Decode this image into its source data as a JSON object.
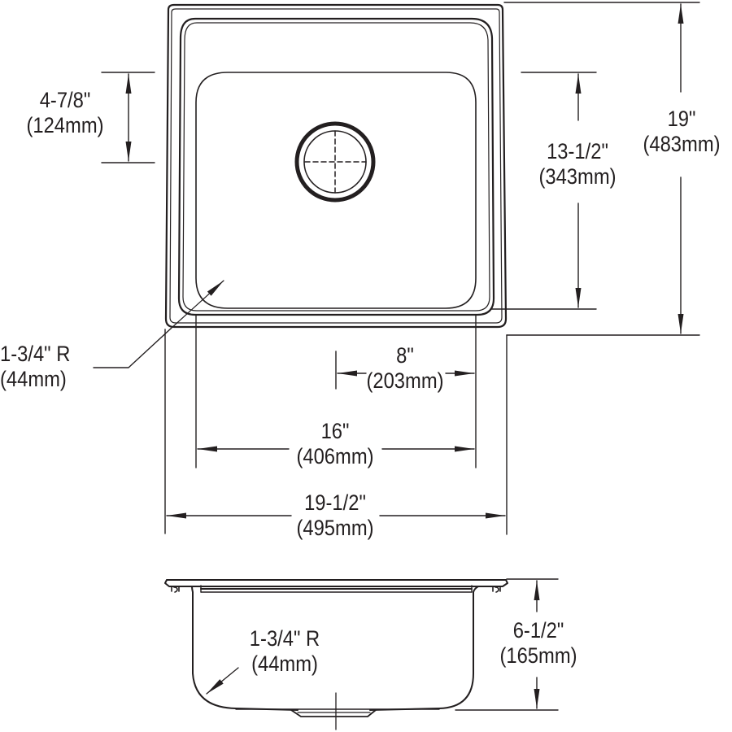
{
  "diagram": {
    "type": "technical-drawing",
    "subject": "Single bowl drop-in sink",
    "views": [
      "top-view",
      "side-section-view"
    ],
    "colors": {
      "line": "#231f20",
      "background": "#ffffff"
    }
  },
  "dimensions": {
    "drain_offset_vertical": {
      "imperial": "4-7/8\"",
      "metric": "(124mm)"
    },
    "bowl_length": {
      "imperial": "13-1/2\"",
      "metric": "(343mm)"
    },
    "overall_length": {
      "imperial": "19\"",
      "metric": "(483mm)"
    },
    "corner_radius_top": {
      "imperial": "1-3/4\" R",
      "metric": "(44mm)"
    },
    "drain_offset_horizontal": {
      "imperial": "8\"",
      "metric": "(203mm)"
    },
    "bowl_width": {
      "imperial": "16\"",
      "metric": "(406mm)"
    },
    "overall_width": {
      "imperial": "19-1/2\"",
      "metric": "(495mm)"
    },
    "corner_radius_side": {
      "imperial": "1-3/4\" R",
      "metric": "(44mm)"
    },
    "bowl_depth": {
      "imperial": "6-1/2\"",
      "metric": "(165mm)"
    }
  }
}
